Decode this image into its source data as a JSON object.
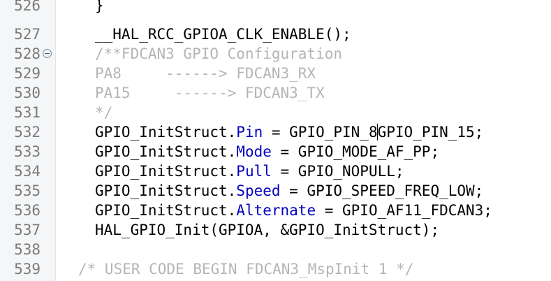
{
  "editor": {
    "lines": [
      {
        "num": "526",
        "text": "}",
        "indent": 1
      },
      {
        "num": "527",
        "text": "",
        "indent": 1
      },
      {
        "num": "528",
        "text": "",
        "indent": 1
      },
      {
        "num": "529",
        "text": "",
        "indent": 1
      },
      {
        "num": "530",
        "text": "",
        "indent": 1
      },
      {
        "num": "531",
        "text": "",
        "indent": 1
      },
      {
        "num": "532",
        "text": "",
        "indent": 1
      },
      {
        "num": "533",
        "text": "",
        "indent": 1
      },
      {
        "num": "534",
        "text": "",
        "indent": 1
      },
      {
        "num": "535",
        "text": "",
        "indent": 1
      },
      {
        "num": "536",
        "text": "",
        "indent": 1
      },
      {
        "num": "537",
        "text": "",
        "indent": 1
      },
      {
        "num": "538",
        "text": "",
        "indent": 0
      },
      {
        "num": "539",
        "text": "",
        "indent": 0
      }
    ],
    "code": {
      "l526": "}",
      "l527": "__HAL_RCC_GPIOA_CLK_ENABLE();",
      "l528": "/**FDCAN3 GPIO Configuration",
      "l529": "PA8     ------> FDCAN3_RX",
      "l530": "PA15     ------> FDCAN3_TX",
      "l531": "*/",
      "l532_obj": "GPIO_InitStruct.",
      "l532_field": "Pin",
      "l532_rest_a": " = GPIO_PIN_8",
      "l532_rest_b": "GPIO_PIN_15;",
      "l533_obj": "GPIO_InitStruct.",
      "l533_field": "Mode",
      "l533_rest": " = GPIO_MODE_AF_PP;",
      "l534_obj": "GPIO_InitStruct.",
      "l534_field": "Pull",
      "l534_rest": " = GPIO_NOPULL;",
      "l535_obj": "GPIO_InitStruct.",
      "l535_field": "Speed",
      "l535_rest": " = GPIO_SPEED_FREQ_LOW;",
      "l536_obj": "GPIO_InitStruct.",
      "l536_field": "Alternate",
      "l536_rest": " = GPIO_AF11_FDCAN3;",
      "l537": "HAL_GPIO_Init(GPIOA, &GPIO_InitStruct);",
      "l538": "",
      "l539": "/* USER CODE BEGIN FDCAN3_MspInit 1 */"
    },
    "fold_icon": "collapse-icon",
    "colors": {
      "comment": "#b5b5b5",
      "field": "#0000c0",
      "text": "#000000",
      "line_number": "#7a7a7a",
      "gutter": "#f5f6f7"
    }
  }
}
